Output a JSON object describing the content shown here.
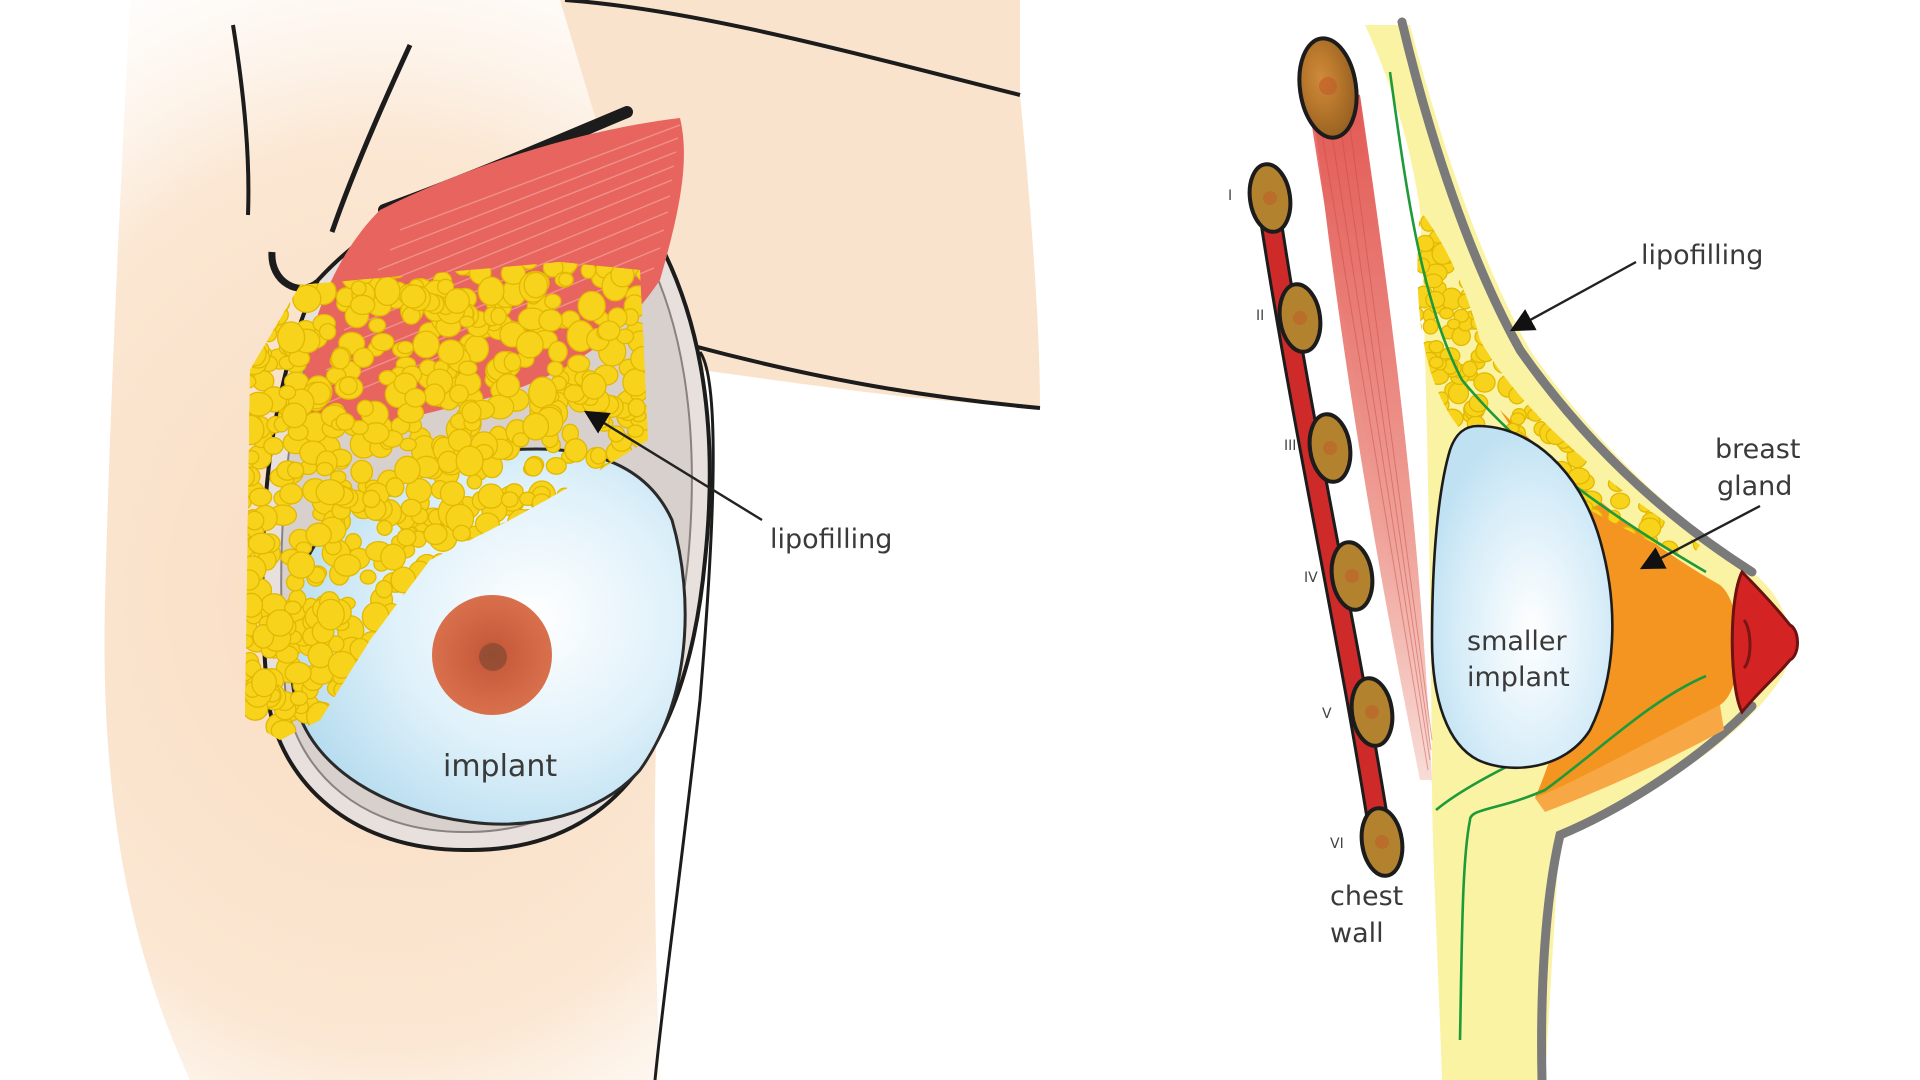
{
  "labels": {
    "left_lipofilling": "lipofilling",
    "left_implant": "implant",
    "right_lipofilling": "lipofilling",
    "breast_gland_line1": "breast",
    "breast_gland_line2": "gland",
    "smaller_implant_line1": "smaller",
    "smaller_implant_line2": "implant",
    "chest_wall_line1": "chest",
    "chest_wall_line2": "wall"
  },
  "ribs": [
    "I",
    "II",
    "III",
    "IV",
    "V",
    "VI"
  ],
  "colors": {
    "skin": "#fae3cc",
    "skin_light": "#fdf3ea",
    "muscle": "#e8645e",
    "muscle_light": "#f6c9c2",
    "fat": "#f7d31c",
    "fat_dark": "#e2b800",
    "implant": "#cfe9f6",
    "implant_center": "#ffffff",
    "nipple_areola": "#cc5f3e",
    "gland": "#f39520",
    "subcutaneous": "#fbf3a4",
    "rib": "#b3822f",
    "intercostal": "#cf2a2a",
    "nipple": "#d42323",
    "outline": "#1c1c1c",
    "skin_edge": "#7a7a7a",
    "fascia": "#1e9a3a"
  }
}
